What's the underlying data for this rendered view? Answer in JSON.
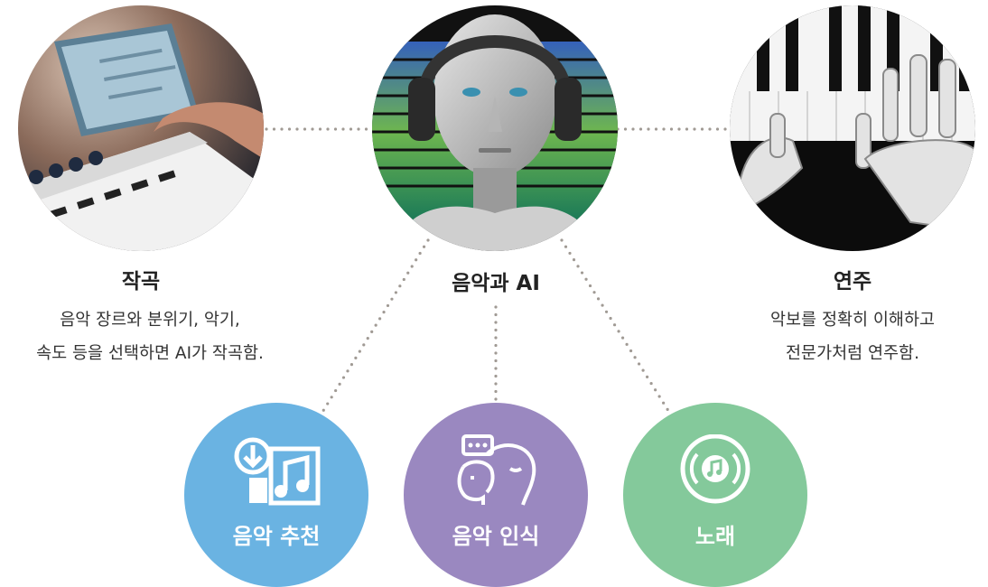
{
  "main_node": {
    "label": "음악과 AI"
  },
  "composition": {
    "title": "작곡",
    "description_lines": [
      "음악 장르와 분위기, 악기,",
      "속도 등을 선택하면 AI가 작곡함."
    ]
  },
  "performance": {
    "title": "연주",
    "description_lines": [
      "악보를 정확히 이해하고",
      "전문가처럼 연주함."
    ]
  },
  "features": [
    {
      "label": "음악 추천",
      "color": "#6ab3e2",
      "icon": "music-download-icon"
    },
    {
      "label": "음악 인식",
      "color": "#9a88c0",
      "icon": "speech-recognition-icon"
    },
    {
      "label": "노래",
      "color": "#84c99b",
      "icon": "vinyl-record-icon"
    }
  ],
  "colors": {
    "connector": "#a09a94"
  }
}
